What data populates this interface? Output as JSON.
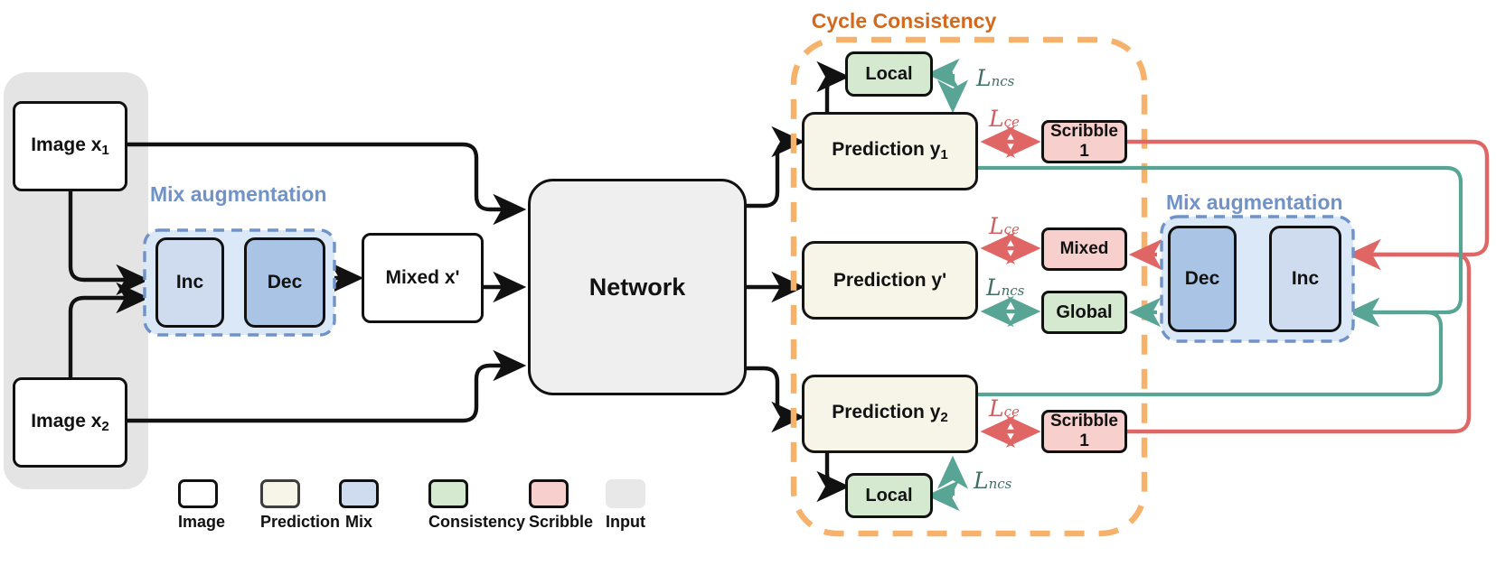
{
  "figure": {
    "type": "architecture-diagram",
    "title_group_left": "Mix augmentation",
    "title_group_right": "Mix augmentation",
    "title_cycle": "Cycle Consistency"
  },
  "inputs": {
    "group_name": "Input",
    "image1": "Image x",
    "image1_sub": "1",
    "image2": "Image x",
    "image2_sub": "2"
  },
  "mix_left": {
    "label": "Mix augmentation",
    "inc": "Inc",
    "dec": "Dec",
    "mixed": "Mixed x'"
  },
  "network": {
    "label": "Network"
  },
  "cycle": {
    "label": "Cycle Consistency",
    "pred1": "Prediction y",
    "pred1_sub": "1",
    "predp": "Prediction y'",
    "pred2": "Prediction y",
    "pred2_sub": "2",
    "local_top": "Local",
    "local_bottom": "Local",
    "global": "Global"
  },
  "targets": {
    "scribble_top": "Scribble 1",
    "scribble_bottom": "Scribble 1",
    "mixed": "Mixed"
  },
  "mix_right": {
    "label": "Mix augmentation",
    "dec": "Dec",
    "inc": "Inc"
  },
  "losses": {
    "ncs": {
      "cal": "L",
      "sub": "ncs"
    },
    "ce": {
      "cal": "L",
      "sub": "ce"
    },
    "ncs_top": "ncs",
    "ce_top": "ce",
    "ce_mid": "ce",
    "ncs_mid": "ncs",
    "ce_bot": "ce",
    "ncs_bot": "ncs"
  },
  "legend": {
    "items": [
      {
        "label": "Image",
        "fill": "#ffffff",
        "stroke": "#111111"
      },
      {
        "label": "Prediction",
        "fill": "#f7f4e8",
        "stroke": "#3d3d3d"
      },
      {
        "label": "Mix",
        "fill": "#cfdcf0",
        "stroke": "#111111"
      },
      {
        "label": "Consistency",
        "fill": "#d5e8d0",
        "stroke": "#111111"
      },
      {
        "label": "Scribble",
        "fill": "#f7cfcd",
        "stroke": "#111111"
      },
      {
        "label": "Input",
        "fill": "#e8e8e8",
        "stroke": "#e8e8e8"
      }
    ]
  },
  "colors": {
    "input_group": "#e4e4e4",
    "prediction": "#f7f4e8",
    "consistency": "#d5e8d0",
    "scribble": "#f7cfcd",
    "mix_light": "#cfdcf0",
    "mix_dark": "#a9c4e4",
    "mix_panel": "#dbe8f8",
    "mix_border": "#6f93c9",
    "network": "#efefef",
    "cycle_dash": "#f6b26b",
    "cycle_text": "#d2691e",
    "red_arrow": "#e06666",
    "teal_arrow": "#58a596",
    "black": "#111111"
  }
}
